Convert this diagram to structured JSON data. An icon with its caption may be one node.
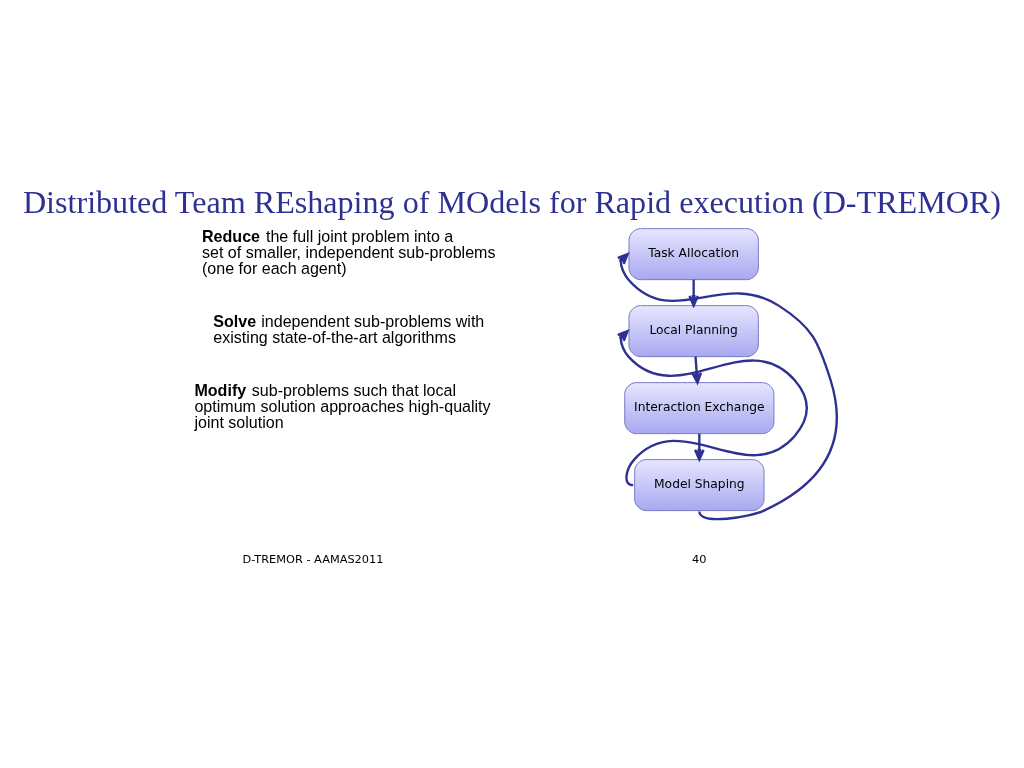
{
  "diagram": {
    "title": "Distributed Team REshaping of MOdels for Rapid execution (D-TREMOR)",
    "nodes": [
      {
        "text": [
          "Task Allocation"
        ]
      },
      {
        "text": [
          "Local Planning"
        ]
      },
      {
        "text": [
          "Interaction Exchange"
        ]
      },
      {
        "text": [
          "Model Shaping"
        ]
      }
    ],
    "edges": [
      {
        "from": 0,
        "to": 1,
        "arrow": "to"
      },
      {
        "from": 1,
        "to": 2,
        "arrow": "to"
      },
      {
        "from": 2,
        "to": 3,
        "arrow": "to"
      },
      {
        "from": 3,
        "to": 1,
        "arrow": "to"
      },
      {
        "from": 3,
        "to": 0,
        "arrow": "to"
      }
    ],
    "labels": [
      "**Reduce** the full joint problem into a set of smaller, independent sub-problems (one for each agent)",
      "**Solve** independent sub-problems with existing state-of-the-art algorithms",
      "**Modify** sub-problems such that local optimum solution approaches high-quality joint solution",
      "D-TREMOR - AAMAS2011",
      "40"
    ]
  }
}
